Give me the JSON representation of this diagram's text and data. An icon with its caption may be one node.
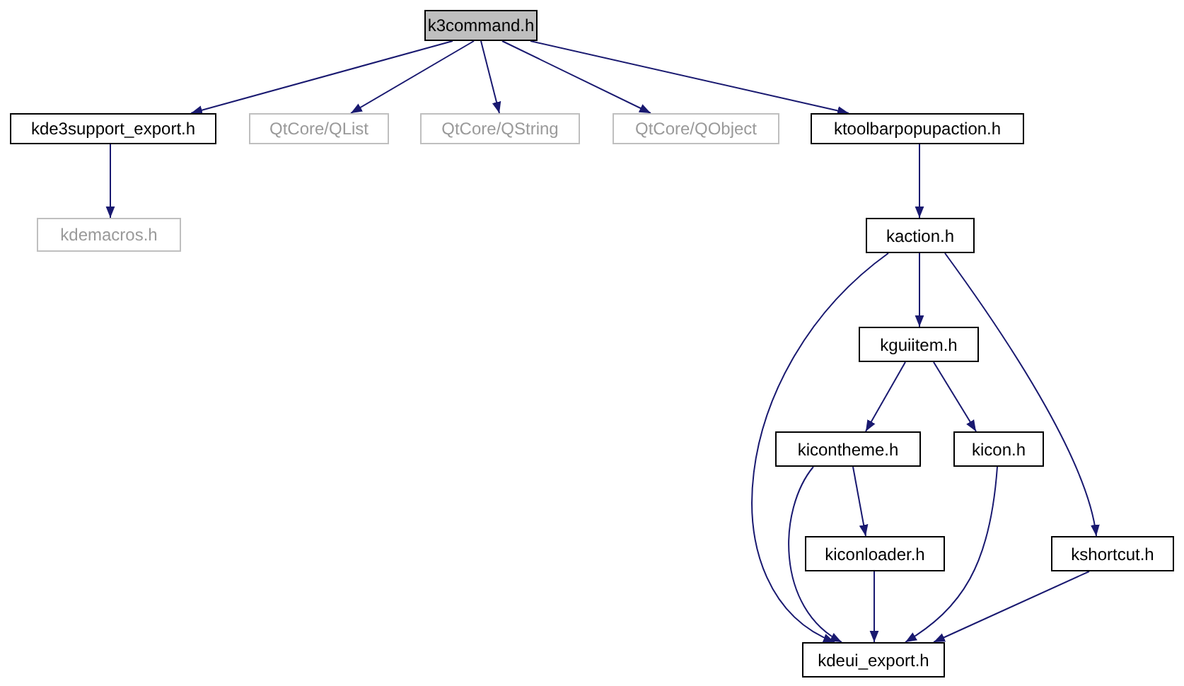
{
  "diagram": {
    "nodes": [
      {
        "text": [
          "k3command.h"
        ]
      },
      {
        "text": [
          "kde3support_export.h"
        ]
      },
      {
        "text": [
          "QtCore/QList"
        ]
      },
      {
        "text": [
          "QtCore/QString"
        ]
      },
      {
        "text": [
          "QtCore/QObject"
        ]
      },
      {
        "text": [
          "ktoolbarpopupaction.h"
        ]
      },
      {
        "text": [
          "kdemacros.h"
        ]
      },
      {
        "text": [
          "kaction.h"
        ]
      },
      {
        "text": [
          "kguiitem.h"
        ]
      },
      {
        "text": [
          "kicontheme.h"
        ]
      },
      {
        "text": [
          "kicon.h"
        ]
      },
      {
        "text": [
          "kiconloader.h"
        ]
      },
      {
        "text": [
          "kshortcut.h"
        ]
      },
      {
        "text": [
          "kdeui_export.h"
        ]
      }
    ],
    "edges": [
      {
        "from": 0,
        "to": 1,
        "arrow": "to"
      },
      {
        "from": 0,
        "to": 2,
        "arrow": "to"
      },
      {
        "from": 0,
        "to": 3,
        "arrow": "to"
      },
      {
        "from": 0,
        "to": 4,
        "arrow": "to"
      },
      {
        "from": 0,
        "to": 5,
        "arrow": "to"
      },
      {
        "from": 1,
        "to": 6,
        "arrow": "to"
      },
      {
        "from": 5,
        "to": 7,
        "arrow": "to"
      },
      {
        "from": 7,
        "to": 8,
        "arrow": "to"
      },
      {
        "from": 7,
        "to": 13,
        "arrow": "to"
      },
      {
        "from": 7,
        "to": 12,
        "arrow": "to"
      },
      {
        "from": 8,
        "to": 9,
        "arrow": "to"
      },
      {
        "from": 8,
        "to": 10,
        "arrow": "to"
      },
      {
        "from": 9,
        "to": 11,
        "arrow": "to"
      },
      {
        "from": 9,
        "to": 13,
        "arrow": "to"
      },
      {
        "from": 10,
        "to": 13,
        "arrow": "to"
      },
      {
        "from": 11,
        "to": 13,
        "arrow": "to"
      },
      {
        "from": 12,
        "to": 13,
        "arrow": "to"
      }
    ]
  }
}
